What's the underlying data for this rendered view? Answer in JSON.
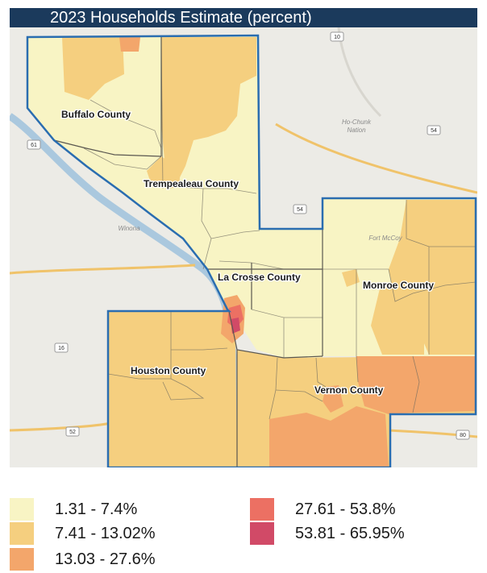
{
  "title": "2023 Households Estimate (percent)",
  "map": {
    "county_labels": [
      "Buffalo County",
      "Trempealeau County",
      "La Crosse County",
      "Monroe County",
      "Houston County",
      "Vernon County"
    ],
    "place_labels": [
      "Ho-Chunk",
      "Nation",
      "Winona",
      "Fort McCoy"
    ],
    "highway_shields": [
      "10",
      "54",
      "61",
      "54",
      "16",
      "52",
      "80"
    ],
    "colors": {
      "border": "#2a6db0",
      "base_map": "#ecebe6",
      "water": "#aac8de",
      "roads": "#f0c36a"
    }
  },
  "legend": {
    "items": [
      {
        "label": "1.31 - 7.4%",
        "color": "#f8f4c4"
      },
      {
        "label": "7.41 - 13.02%",
        "color": "#f5cf7f"
      },
      {
        "label": "13.03 - 27.6%",
        "color": "#f3a66b"
      },
      {
        "label": "27.61 - 53.8%",
        "color": "#ec7063"
      },
      {
        "label": "53.81 - 65.95%",
        "color": "#d14a67"
      }
    ]
  }
}
